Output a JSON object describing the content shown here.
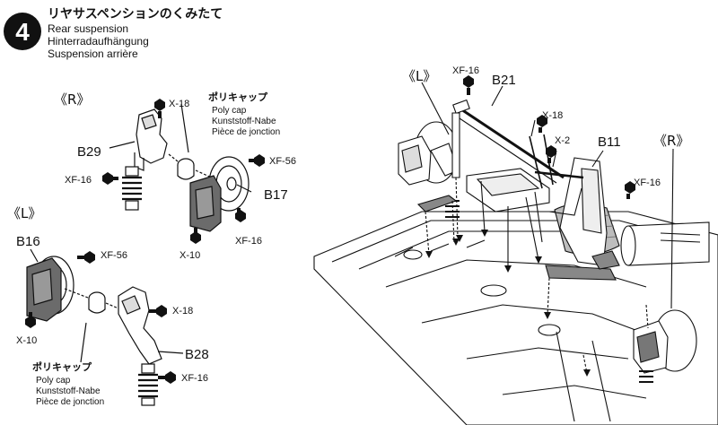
{
  "step": {
    "number": "4",
    "title_jp": "リヤサスペンションのくみたて",
    "title_en": "Rear suspension",
    "title_de": "Hinterradaufhängung",
    "title_fr": "Suspension arrière"
  },
  "left_panel": {
    "right_side_label": "《R》",
    "left_side_label": "《L》",
    "poly_cap_top": {
      "jp": "ポリキャップ",
      "en": "Poly cap",
      "de": "Kunststoff-Nabe",
      "fr": "Pièce de jonction"
    },
    "poly_cap_bottom": {
      "jp": "ポリキャップ",
      "en": "Poly cap",
      "de": "Kunststoff-Nabe",
      "fr": "Pièce de jonction"
    },
    "screws": {
      "r_x18": "X-18",
      "r_b29": "B29",
      "r_xf16": "XF-16",
      "r_xf56": "XF-56",
      "r_b17": "B17",
      "r_x10": "X-10",
      "r_xf16b": "XF-16",
      "l_b16": "B16",
      "l_xf56": "XF-56",
      "l_x10": "X-10",
      "l_x18": "X-18",
      "l_b28": "B28",
      "l_xf16": "XF-16"
    }
  },
  "right_panel": {
    "left_label": "《L》",
    "right_label": "《R》",
    "screws": {
      "xf16_top": "XF-16",
      "b21": "B21",
      "x18": "X-18",
      "x2": "X-2",
      "b11": "B11",
      "xf16_right": "XF-16"
    }
  },
  "colors": {
    "ink": "#111111",
    "paper": "#ffffff",
    "shade": "#6b6b6b"
  }
}
